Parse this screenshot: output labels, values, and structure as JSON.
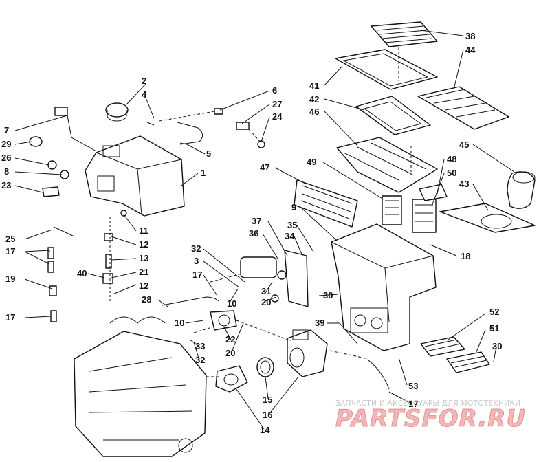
{
  "diagram": {
    "callouts": [
      {
        "id": "c38",
        "label": "38"
      },
      {
        "id": "c44",
        "label": "44"
      },
      {
        "id": "c41",
        "label": "41"
      },
      {
        "id": "c42",
        "label": "42"
      },
      {
        "id": "c46",
        "label": "46"
      },
      {
        "id": "c2",
        "label": "2"
      },
      {
        "id": "c4",
        "label": "4"
      },
      {
        "id": "c6",
        "label": "6"
      },
      {
        "id": "c27",
        "label": "27"
      },
      {
        "id": "c24",
        "label": "24"
      },
      {
        "id": "c7",
        "label": "7"
      },
      {
        "id": "c29",
        "label": "29"
      },
      {
        "id": "c26",
        "label": "26"
      },
      {
        "id": "c8",
        "label": "8"
      },
      {
        "id": "c23",
        "label": "23"
      },
      {
        "id": "c5",
        "label": "5"
      },
      {
        "id": "c1",
        "label": "1"
      },
      {
        "id": "c45",
        "label": "45"
      },
      {
        "id": "c48",
        "label": "48"
      },
      {
        "id": "c49",
        "label": "49"
      },
      {
        "id": "c47",
        "label": "47"
      },
      {
        "id": "c50",
        "label": "50"
      },
      {
        "id": "c43",
        "label": "43"
      },
      {
        "id": "c9",
        "label": "9"
      },
      {
        "id": "c37",
        "label": "37"
      },
      {
        "id": "c35",
        "label": "35"
      },
      {
        "id": "c36",
        "label": "36"
      },
      {
        "id": "c34",
        "label": "34"
      },
      {
        "id": "c25",
        "label": "25"
      },
      {
        "id": "c17a",
        "label": "17"
      },
      {
        "id": "c11",
        "label": "11"
      },
      {
        "id": "c12a",
        "label": "12"
      },
      {
        "id": "c13",
        "label": "13"
      },
      {
        "id": "c21",
        "label": "21"
      },
      {
        "id": "c32a",
        "label": "32"
      },
      {
        "id": "c3",
        "label": "3"
      },
      {
        "id": "c18",
        "label": "18"
      },
      {
        "id": "c19",
        "label": "19"
      },
      {
        "id": "c40",
        "label": "40"
      },
      {
        "id": "c12b",
        "label": "12"
      },
      {
        "id": "c17b",
        "label": "17"
      },
      {
        "id": "c28",
        "label": "28"
      },
      {
        "id": "c10a",
        "label": "10"
      },
      {
        "id": "c31",
        "label": "31"
      },
      {
        "id": "c20a",
        "label": "20"
      },
      {
        "id": "c30a",
        "label": "30"
      },
      {
        "id": "c17c",
        "label": "17"
      },
      {
        "id": "c10b",
        "label": "10"
      },
      {
        "id": "c39",
        "label": "39"
      },
      {
        "id": "c52",
        "label": "52"
      },
      {
        "id": "c51",
        "label": "51"
      },
      {
        "id": "c22",
        "label": "22"
      },
      {
        "id": "c33",
        "label": "33"
      },
      {
        "id": "c32b",
        "label": "32"
      },
      {
        "id": "c20b",
        "label": "20"
      },
      {
        "id": "c30b",
        "label": "30"
      },
      {
        "id": "c15",
        "label": "15"
      },
      {
        "id": "c53",
        "label": "53"
      },
      {
        "id": "c16",
        "label": "16"
      },
      {
        "id": "c17d",
        "label": "17"
      },
      {
        "id": "c14",
        "label": "14"
      }
    ]
  },
  "watermark": {
    "tagline": "ЗАПЧАСТИ И АКСЕССУАРЫ ДЛЯ МОТОТЕХНИКИ",
    "brand": "PARTSFOR.RU",
    "color": "#e58e8e"
  }
}
